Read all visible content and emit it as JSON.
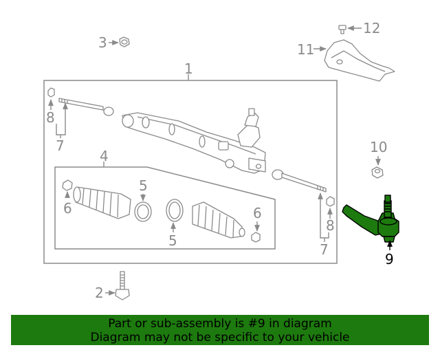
{
  "diagram": {
    "callouts": {
      "c1": "1",
      "c2": "2",
      "c3": "3",
      "c4": "4",
      "c5a": "5",
      "c5b": "5",
      "c6a": "6",
      "c6b": "6",
      "c7a": "7",
      "c7b": "7",
      "c8a": "8",
      "c8b": "8",
      "c9": "9",
      "c10": "10",
      "c11": "11",
      "c12": "12"
    },
    "highlighted_part": "9"
  },
  "banner": {
    "line1": "Part or sub-assembly is #9 in diagram",
    "line2": "Diagram may not be specific to your vehicle"
  },
  "colors": {
    "highlight": "#1d7a0e",
    "banner_bg": "#1d7a0e",
    "line": "#8a8a8a"
  }
}
